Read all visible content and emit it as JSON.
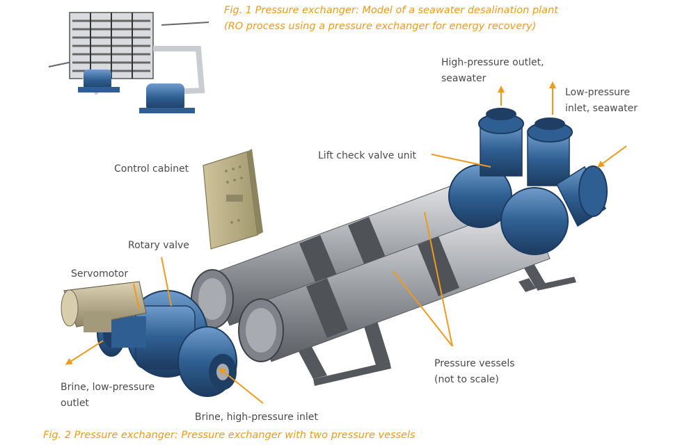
{
  "fig1": {
    "line1": "Fig. 1 Pressure exchanger: Model of a seawater desalination plant",
    "line2": "(RO process using a pressure exchanger for energy recovery)"
  },
  "fig2": {
    "caption": "Fig. 2 Pressure exchanger: Pressure exchanger with two pressure vessels"
  },
  "labels": {
    "high_pressure_outlet": [
      "High-pressure outlet,",
      "seawater"
    ],
    "low_pressure_inlet": [
      "Low-pressure",
      "inlet, seawater"
    ],
    "lift_check_valve": "Lift check valve unit",
    "control_cabinet": "Control cabinet",
    "rotary_valve": "Rotary valve",
    "servomotor": "Servomotor",
    "pressure_vessels": [
      "Pressure vessels",
      "(not to scale)"
    ],
    "brine_low_outlet": [
      "Brine, low-pressure",
      "outlet"
    ],
    "brine_high_inlet": "Brine, high-pressure inlet"
  },
  "colors": {
    "accent": "#ee9a1d",
    "label": "#4a4a4a",
    "valve_blue": "#2f5f92",
    "vessel_gray": "#a9acb0",
    "cabinet": "#b7ad85",
    "servomotor": "#bfb394"
  }
}
